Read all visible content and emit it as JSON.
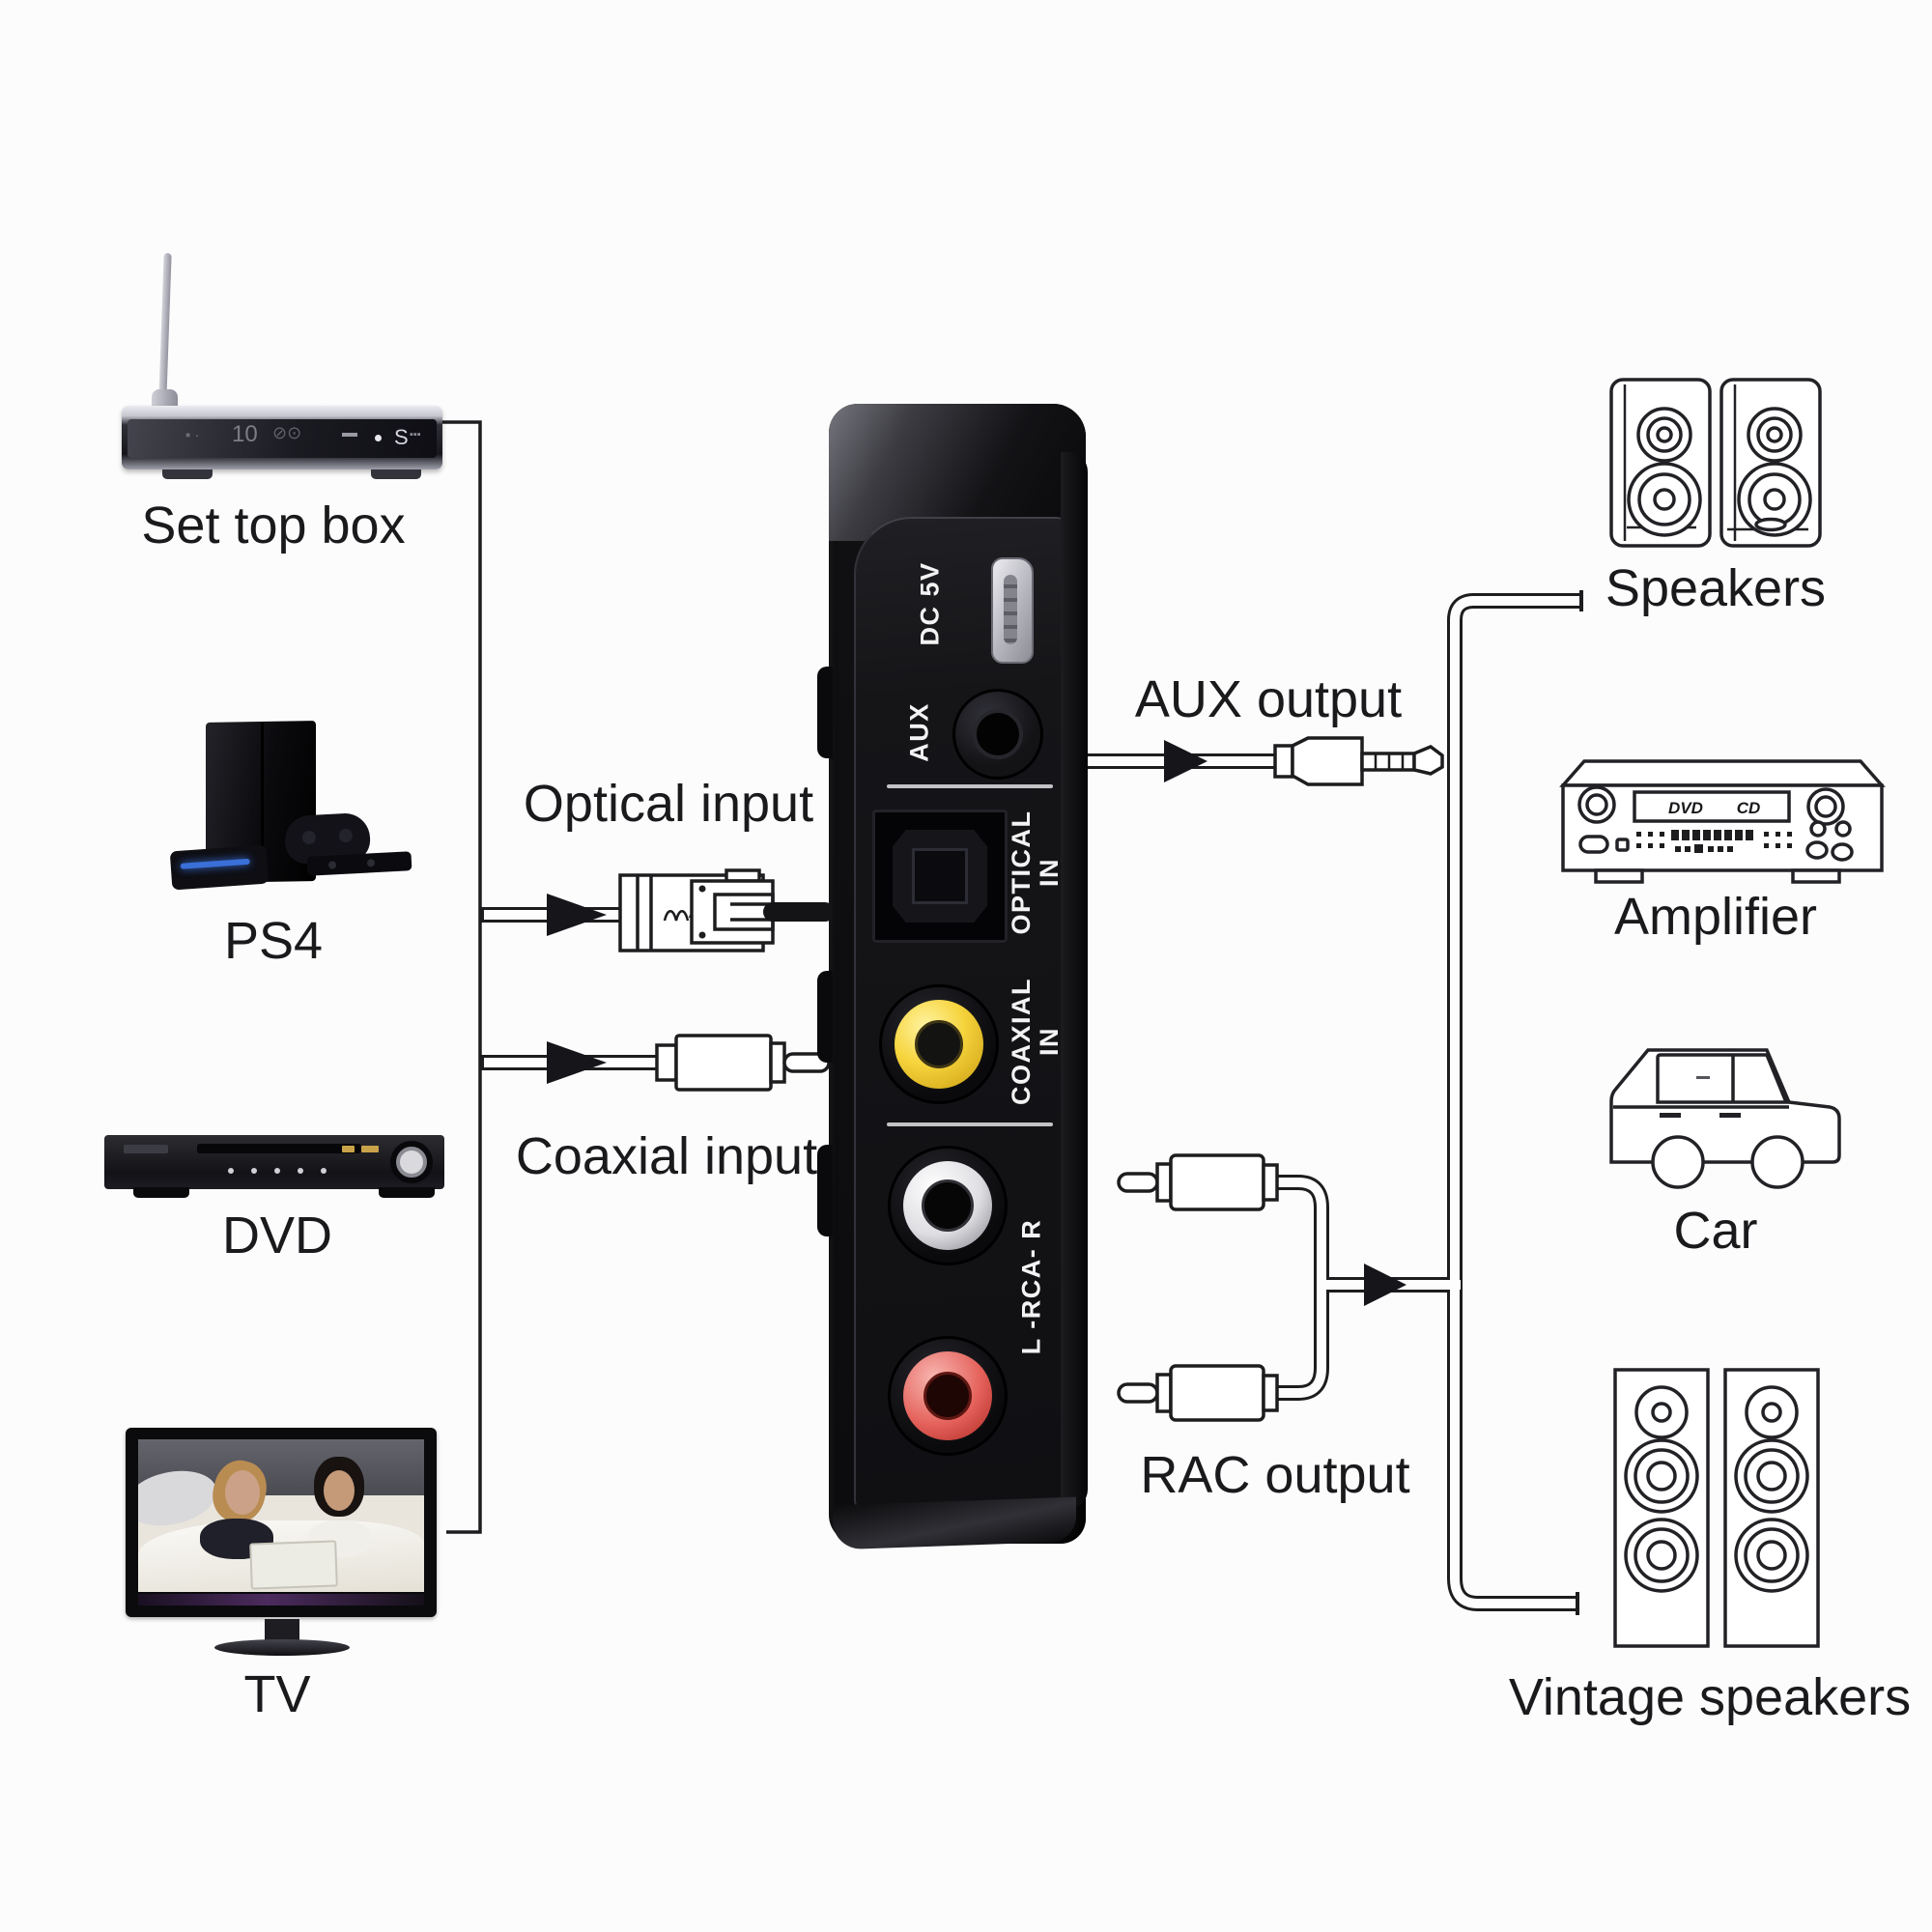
{
  "labels": {
    "set_top_box": "Set top box",
    "ps4": "PS4",
    "dvd": "DVD",
    "tv": "TV",
    "speakers": "Speakers",
    "amplifier": "Amplifier",
    "car": "Car",
    "vintage_speakers": "Vintage speakers"
  },
  "connections": {
    "optical_input": "Optical input",
    "coaxial_input": "Coaxial input",
    "aux_output": "AUX output",
    "rac_output": "RAC output"
  },
  "device_panel": {
    "dc_port_label": "DC 5V",
    "aux_port_label": "AUX",
    "optical_port_line1": "OPTICAL",
    "optical_port_line2": "IN",
    "coaxial_port_line1": "COAXIAL",
    "coaxial_port_line2": "IN",
    "rca_port_label": "L -RCA- R"
  },
  "decorations": {
    "stb_display_channel": "10",
    "stb_brand": "S",
    "amp_display_left": "DVD",
    "amp_display_right": "CD"
  },
  "colors": {
    "coaxial_jack": "#f0cc3a",
    "rca_right_jack": "#e9e9ec",
    "rca_left_jack": "#e05a54",
    "device_body": "#101012",
    "line_art": "#1d1d1f",
    "background": "#fcfcfc"
  }
}
